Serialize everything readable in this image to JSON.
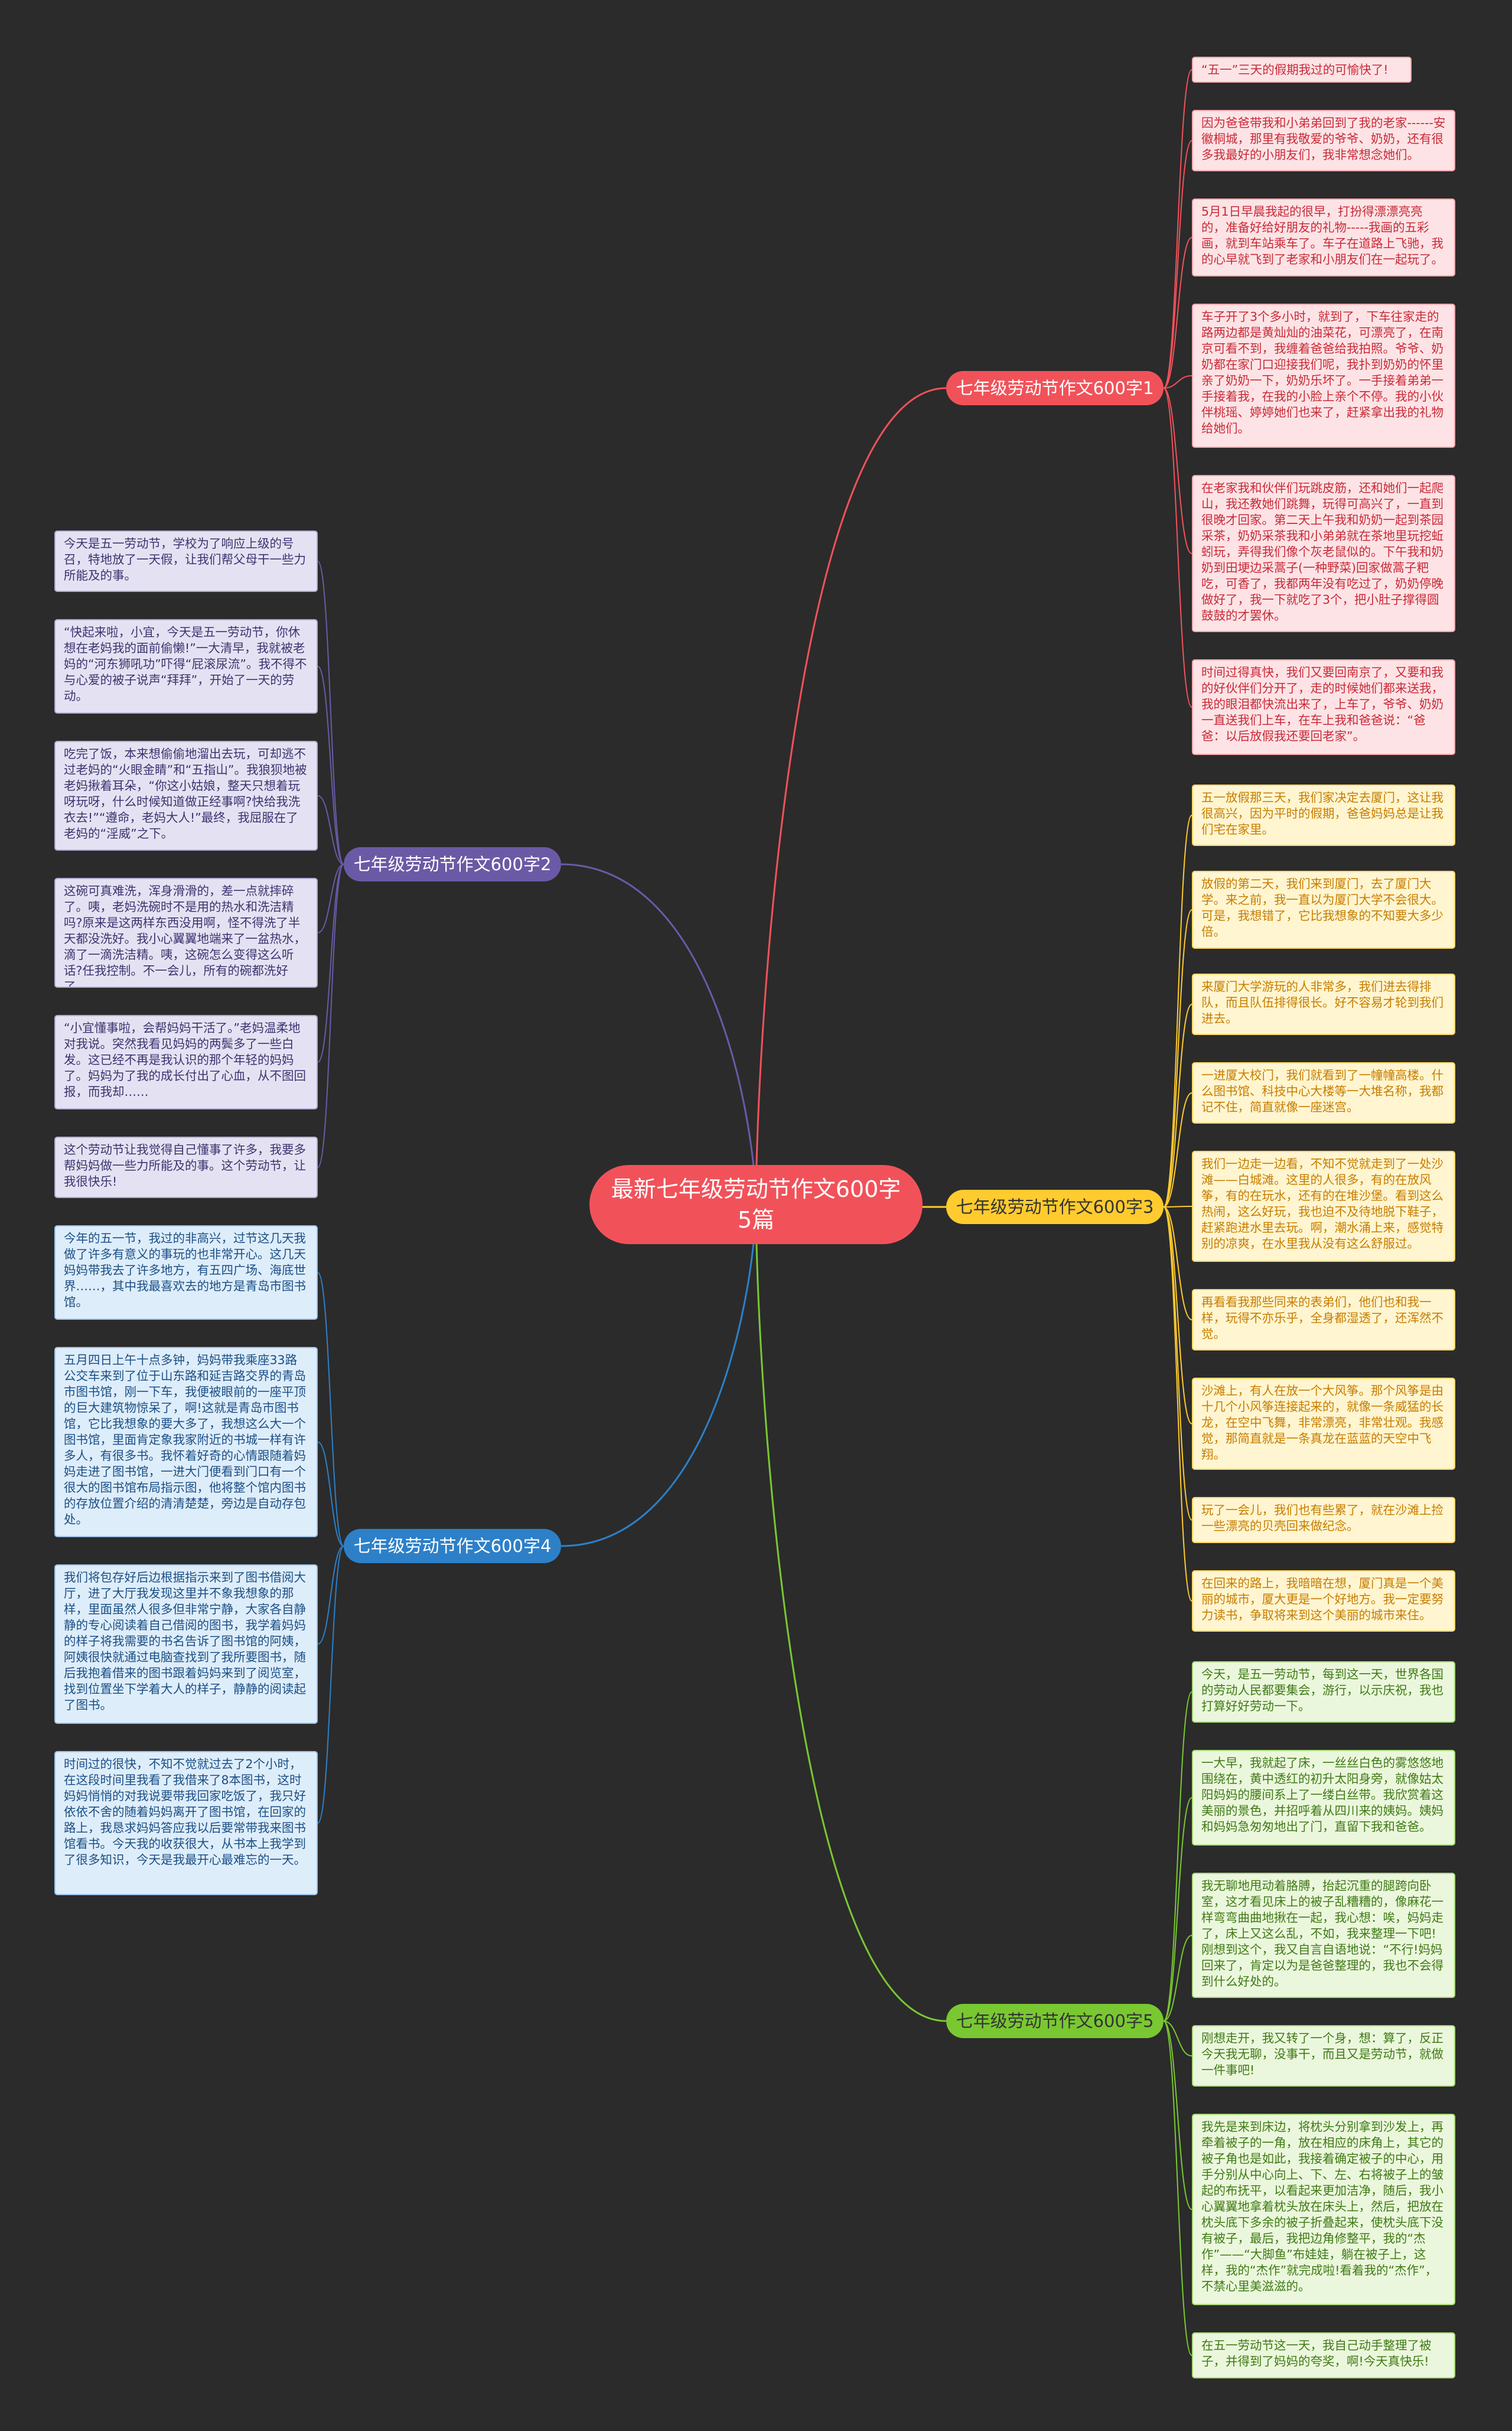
{
  "root": {
    "title": "最新七年级劳动节作文600字5篇"
  },
  "branches": [
    {
      "label": "七年级劳动节作文600字1",
      "color": "#f1525a",
      "leaves": [
        "“五一”三天的假期我过的可愉快了!",
        "因为爸爸带我和小弟弟回到了我的老家------安徽桐城，那里有我敬爱的爷爷、奶奶，还有很多我最好的小朋友们，我非常想念她们。",
        "5月1日早晨我起的很早，打扮得漂漂亮亮的，准备好给好朋友的礼物-----我画的五彩画，就到车站乘车了。车子在道路上飞驰，我的心早就飞到了老家和小朋友们在一起玩了。",
        "车子开了3个多小时，就到了，下车往家走的路两边都是黄灿灿的油菜花，可漂亮了，在南京可看不到，我缠着爸爸给我拍照。爷爷、奶奶都在家门口迎接我们呢，我扑到奶奶的怀里亲了奶奶一下，奶奶乐坏了。一手接着弟弟一手接着我，在我的小脸上亲个不停。我的小伙伴桃瑶、婷婷她们也来了，赶紧拿出我的礼物给她们。",
        "在老家我和伙伴们玩跳皮筋，还和她们一起爬山，我还教她们跳舞，玩得可高兴了，一直到很晚才回家。第二天上午我和奶奶一起到茶园采茶，奶奶采茶我和小弟弟就在茶地里玩挖蚯蚓玩，弄得我们像个灰老鼠似的。下午我和奶奶到田埂边采蒿子(一种野菜)回家做蒿子粑吃，可香了，我都两年没有吃过了，奶奶停晚做好了，我一下就吃了3个，把小肚子撑得圆鼓鼓的才罢休。",
        "时间过得真快，我们又要回南京了，又要和我的好伙伴们分开了，走的时候她们都来送我，我的眼泪都快流出来了，上车了，爷爷、奶奶一直送我们上车，在车上我和爸爸说：“爸爸：以后放假我还要回老家”。"
      ]
    },
    {
      "label": "七年级劳动节作文600字3",
      "color": "#ffcb2f",
      "leaves": [
        "五一放假那三天，我们家决定去厦门，这让我很高兴，因为平时的假期，爸爸妈妈总是让我们宅在家里。",
        "放假的第二天，我们来到厦门，去了厦门大学。来之前，我一直以为厦门大学不会很大。可是，我想错了，它比我想象的不知要大多少倍。",
        "来厦门大学游玩的人非常多，我们进去得排队，而且队伍排得很长。好不容易才轮到我们进去。",
        "一进厦大校门，我们就看到了一幢幢高楼。什么图书馆、科技中心大楼等一大堆名称，我都记不住，简直就像一座迷宫。",
        "我们一边走一边看，不知不觉就走到了一处沙滩——白城滩。这里的人很多，有的在放风筝，有的在玩水，还有的在堆沙堡。看到这么热闹，这么好玩，我也迫不及待地脱下鞋子，赶紧跑进水里去玩。啊，潮水涌上来，感觉特别的凉爽，在水里我从没有这么舒服过。",
        "再看看我那些同来的表弟们，他们也和我一样，玩得不亦乐乎，全身都湿透了，还浑然不觉。",
        "沙滩上，有人在放一个大风筝。那个风筝是由十几个小风筝连接起来的，就像一条威猛的长龙，在空中飞舞，非常漂亮，非常壮观。我感觉，那简直就是一条真龙在蓝蓝的天空中飞翔。",
        "玩了一会儿，我们也有些累了，就在沙滩上捡一些漂亮的贝壳回来做纪念。",
        "在回来的路上，我暗暗在想，厦门真是一个美丽的城市，厦大更是一个好地方。我一定要努力读书，争取将来到这个美丽的城市来住。"
      ]
    },
    {
      "label": "七年级劳动节作文600字5",
      "color": "#79c831",
      "leaves": [
        "今天，是五一劳动节，每到这一天，世界各国的劳动人民都要集会，游行，以示庆祝，我也打算好好劳动一下。",
        "一大早，我就起了床，一丝丝白色的雾悠悠地围绕在，黄中透红的初升太阳身旁，就像姑太阳妈妈的腰间系上了一缕白丝带。我欣赏着这美丽的景色，并招呼着从四川来的姨妈。姨妈和妈妈急匆匆地出了门，直留下我和爸爸。",
        "我无聊地甩动着胳膊，抬起沉重的腿跨向卧室，这才看见床上的被子乱糟糟的，像麻花一样弯弯曲曲地揪在一起，我心想：唉，妈妈走了，床上又这么乱，不如，我来整理一下吧!刚想到这个，我又自言自语地说：“不行!妈妈回来了，肯定以为是爸爸整理的，我也不会得到什么好处的。",
        "刚想走开，我又转了一个身，想：算了，反正今天我无聊，没事干，而且又是劳动节，就做一件事吧!",
        "我先是来到床边，将枕头分别拿到沙发上，再牵着被子的一角，放在相应的床角上，其它的被子角也是如此，我接着确定被子的中心，用手分别从中心向上、下、左、右将被子上的皱起的布抚平，以看起来更加洁净，随后，我小心翼翼地拿着枕头放在床头上，然后，把放在枕头底下多余的被子折叠起来，使枕头底下没有被子，最后，我把边角修整平，我的“杰作”——“大脚鱼”布娃娃，躺在被子上，这样，我的“杰作”就完成啦!看着我的“杰作”，不禁心里美滋滋的。",
        "在五一劳动节这一天，我自己动手整理了被子，并得到了妈妈的夸奖，啊!今天真快乐!"
      ]
    },
    {
      "label": "七年级劳动节作文600字2",
      "color": "#6a5aa6",
      "leaves": [
        "今天是五一劳动节，学校为了响应上级的号召，特地放了一天假，让我们帮父母干一些力所能及的事。",
        "“快起来啦，小宜，今天是五一劳动节，你休想在老妈我的面前偷懒!”一大清早，我就被老妈的“河东狮吼功”吓得“屁滚尿流”。我不得不与心爱的被子说声“拜拜”，开始了一天的劳动。",
        "吃完了饭，本来想偷偷地溜出去玩，可却逃不过老妈的“火眼金睛”和“五指山”。我狼狈地被老妈揪着耳朵，“你这小姑娘，整天只想着玩呀玩呀，什么时候知道做正经事啊?快给我洗衣去!”“遵命，老妈大人!”最终，我屈服在了老妈的“淫威”之下。",
        "这碗可真难洗，浑身滑滑的，差一点就摔碎了。咦，老妈洗碗时不是用的热水和洗洁精吗?原来是这两样东西没用啊，怪不得洗了半天都没洗好。我小心翼翼地端来了一盆热水，滴了一滴洗洁精。咦，这碗怎么变得这么听话?任我控制。不一会儿，所有的碗都洗好了。",
        "“小宜懂事啦，会帮妈妈干活了。”老妈温柔地对我说。突然我看见妈妈的两鬓多了一些白发。这已经不再是我认识的那个年轻的妈妈了。妈妈为了我的成长付出了心血，从不图回报，而我却……",
        "这个劳动节让我觉得自己懂事了许多，我要多帮妈妈做一些力所能及的事。这个劳动节，让我很快乐!"
      ]
    },
    {
      "label": "七年级劳动节作文600字4",
      "color": "#2d80c8",
      "leaves": [
        "今年的五一节，我过的非高兴，过节这几天我做了许多有意义的事玩的也非常开心。这几天妈妈带我去了许多地方，有五四广场、海底世界……，其中我最喜欢去的地方是青岛市图书馆。",
        "五月四日上午十点多钟，妈妈带我乘座33路公交车来到了位于山东路和延吉路交界的青岛市图书馆，刚一下车，我便被眼前的一座平顶的巨大建筑物惊呆了，啊!这就是青岛市图书馆，它比我想象的要大多了，我想这么大一个图书馆，里面肯定象我家附近的书城一样有许多人，有很多书。我怀着好奇的心情跟随着妈妈走进了图书馆，一进大门便看到门口有一个很大的图书馆布局指示图，他将整个馆内图书的存放位置介绍的清清楚楚，旁边是自动存包处。",
        "我们将包存好后边根据指示来到了图书借阅大厅，进了大厅我发现这里并不象我想象的那样，里面虽然人很多但非常宁静，大家各自静静的专心阅读着自己借阅的图书，我学着妈妈的样子将我需要的书名告诉了图书馆的阿姨，阿姨很快就通过电脑查找到了我所要图书，随后我抱着借来的图书跟着妈妈来到了阅览室，找到位置坐下学着大人的样子，静静的阅读起了图书。",
        "时间过的很快，不知不觉就过去了2个小时，在这段时间里我看了我借来了8本图书，这时妈妈悄悄的对我说要带我回家吃饭了，我只好依依不舍的随着妈妈离开了图书馆，在回家的路上，我恳求妈妈答应我以后要常带我来图书馆看书。今天我的收获很大，从书本上我学到了很多知识，今天是我最开心最难忘的一天。"
      ]
    }
  ]
}
